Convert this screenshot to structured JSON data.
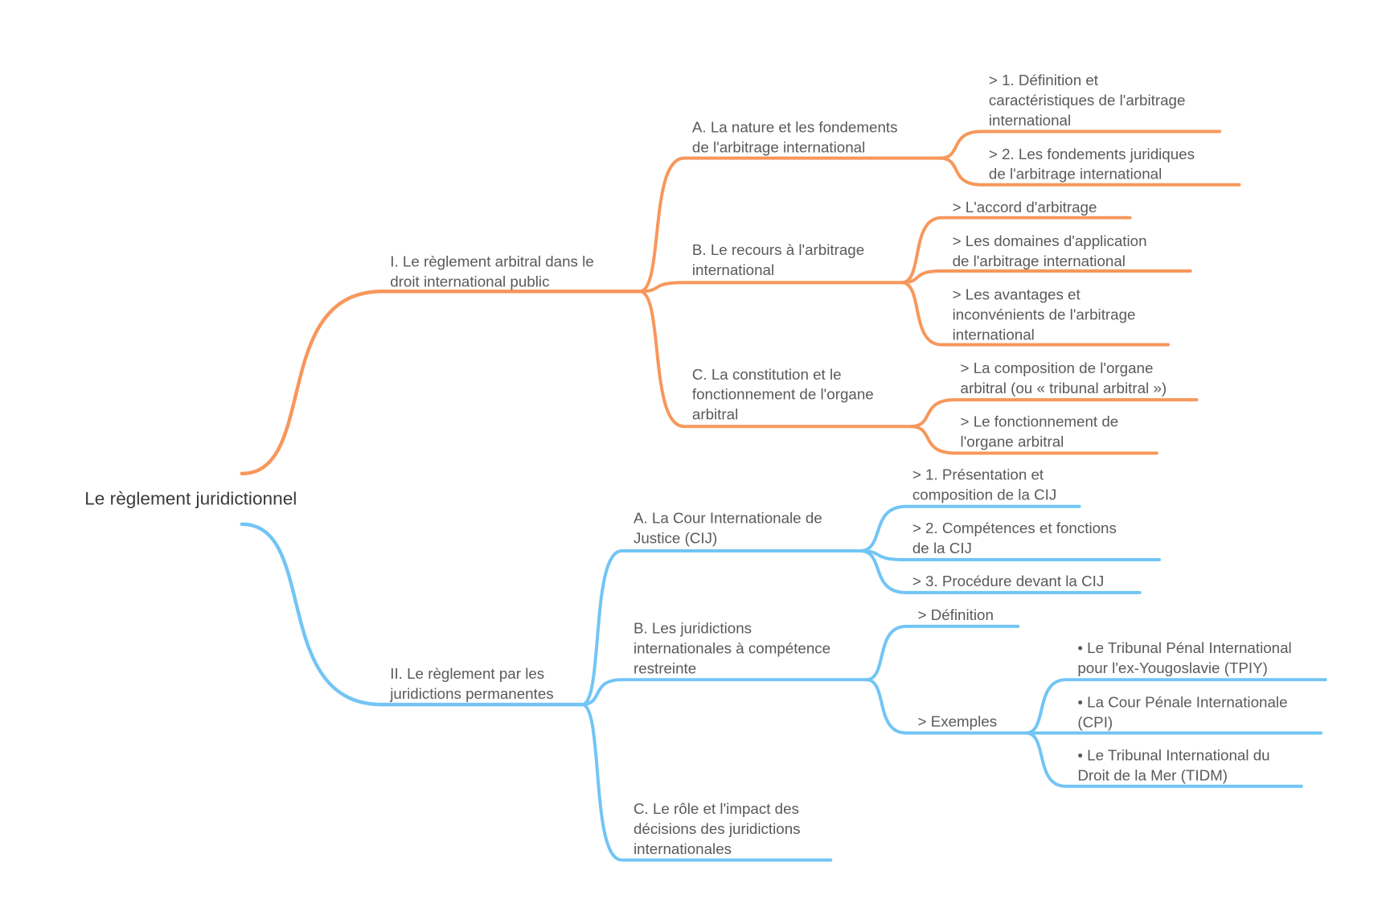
{
  "colors": {
    "orange": "#F7975B",
    "blue": "#72C5F5",
    "text": "#5a5a5a"
  },
  "root": {
    "label": "Le règlement juridictionnel"
  },
  "branches": [
    {
      "lines": [
        "I.   Le règlement arbitral dans le",
        "droit international public"
      ],
      "children": [
        {
          "lines": [
            "A.  La nature et les fondements",
            "de l'arbitrage international"
          ],
          "children": [
            {
              "lines": [
                ">   1. Définition et",
                "caractéristiques de l'arbitrage",
                "international"
              ]
            },
            {
              "lines": [
                ">   2. Les fondements juridiques",
                "de l'arbitrage international"
              ]
            }
          ]
        },
        {
          "lines": [
            "B.  Le recours à l'arbitrage",
            "international"
          ],
          "children": [
            {
              "lines": [
                ">   L'accord d'arbitrage"
              ]
            },
            {
              "lines": [
                ">   Les domaines d'application",
                "de l'arbitrage international"
              ]
            },
            {
              "lines": [
                ">   Les avantages et",
                "inconvénients de l'arbitrage",
                "international"
              ]
            }
          ]
        },
        {
          "lines": [
            "C.  La constitution et le",
            "fonctionnement de l'organe",
            "arbitral"
          ],
          "children": [
            {
              "lines": [
                ">   La composition de l'organe",
                "arbitral (ou « tribunal arbitral »)"
              ]
            },
            {
              "lines": [
                ">   Le fonctionnement de",
                "l'organe arbitral"
              ]
            }
          ]
        }
      ]
    },
    {
      "lines": [
        "II.  Le règlement par les",
        "juridictions permanentes"
      ],
      "children": [
        {
          "lines": [
            "A.  La Cour Internationale de",
            "Justice (CIJ)"
          ],
          "children": [
            {
              "lines": [
                ">   1. Présentation et",
                "composition de la CIJ"
              ]
            },
            {
              "lines": [
                ">   2. Compétences et fonctions",
                "de la CIJ"
              ]
            },
            {
              "lines": [
                ">   3. Procédure devant la CIJ"
              ]
            }
          ]
        },
        {
          "lines": [
            "B.  Les juridictions",
            "internationales à compétence",
            "restreinte"
          ],
          "children": [
            {
              "lines": [
                ">   Définition"
              ]
            },
            {
              "lines": [
                ">   Exemples"
              ],
              "children": [
                {
                  "lines": [
                    "• Le Tribunal Pénal International",
                    "pour l'ex-Yougoslavie (TPIY)"
                  ]
                },
                {
                  "lines": [
                    "• La Cour Pénale Internationale",
                    "(CPI)"
                  ]
                },
                {
                  "lines": [
                    "• Le Tribunal International du",
                    "Droit de la Mer (TIDM)"
                  ]
                }
              ]
            }
          ]
        },
        {
          "lines": [
            "C.  Le rôle et l'impact des",
            "décisions des juridictions",
            "internationales"
          ]
        }
      ]
    }
  ]
}
